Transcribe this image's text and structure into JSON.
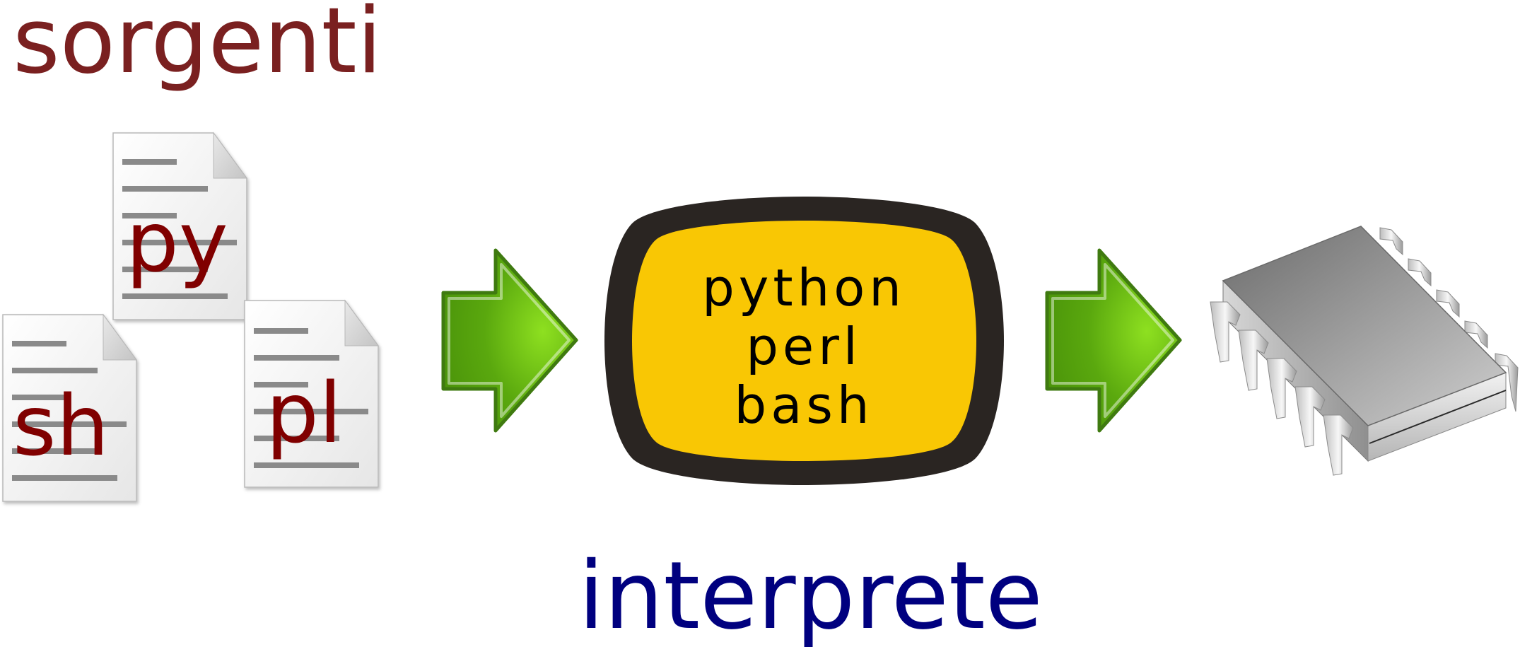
{
  "diagram": {
    "sources_title": "sorgenti",
    "interpreter_title": "interprete",
    "files": [
      {
        "ext": "py"
      },
      {
        "ext": "sh"
      },
      {
        "ext": "pl"
      }
    ],
    "interpreter_languages": [
      "python",
      "perl",
      "bash"
    ],
    "icons": {
      "file": "document-icon",
      "arrow": "arrow-right-icon",
      "cpu": "chip-icon"
    },
    "colors": {
      "sources_title": "#7a2020",
      "interpreter_title": "#00007f",
      "file_ext": "#800000",
      "interpreter_fill": "#f9c704",
      "interpreter_border": "#2a2522",
      "arrow": "#5fb30d"
    }
  }
}
